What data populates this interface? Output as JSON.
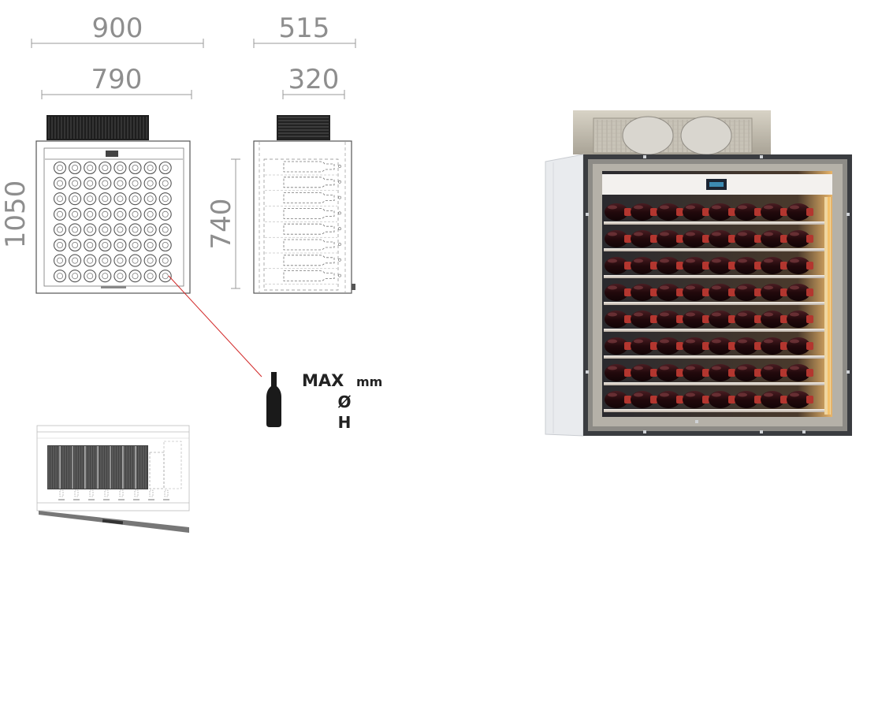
{
  "dimensions": {
    "outer_width": "900",
    "inner_width": "790",
    "outer_depth": "515",
    "inner_depth": "320",
    "height": "1050",
    "inner_height": "740"
  },
  "bottle_legend": {
    "max": "MAX",
    "unit": "mm",
    "diameter": "Ø",
    "height": "H"
  },
  "layout": {
    "front_rows": 8,
    "front_cols": 8,
    "side_shelves": 8,
    "photo_rows": 8,
    "photo_cols": 8
  },
  "colors": {
    "dimension_text": "#8e8e8e",
    "outline": "#555555",
    "leader_line": "#d22a2a",
    "cabinet_frame": "#3a3c40",
    "cabinet_side": "#e9ebee",
    "bottle": "#2b0e12",
    "bottle_cap": "#b3362f",
    "led": "#f5c16a"
  }
}
